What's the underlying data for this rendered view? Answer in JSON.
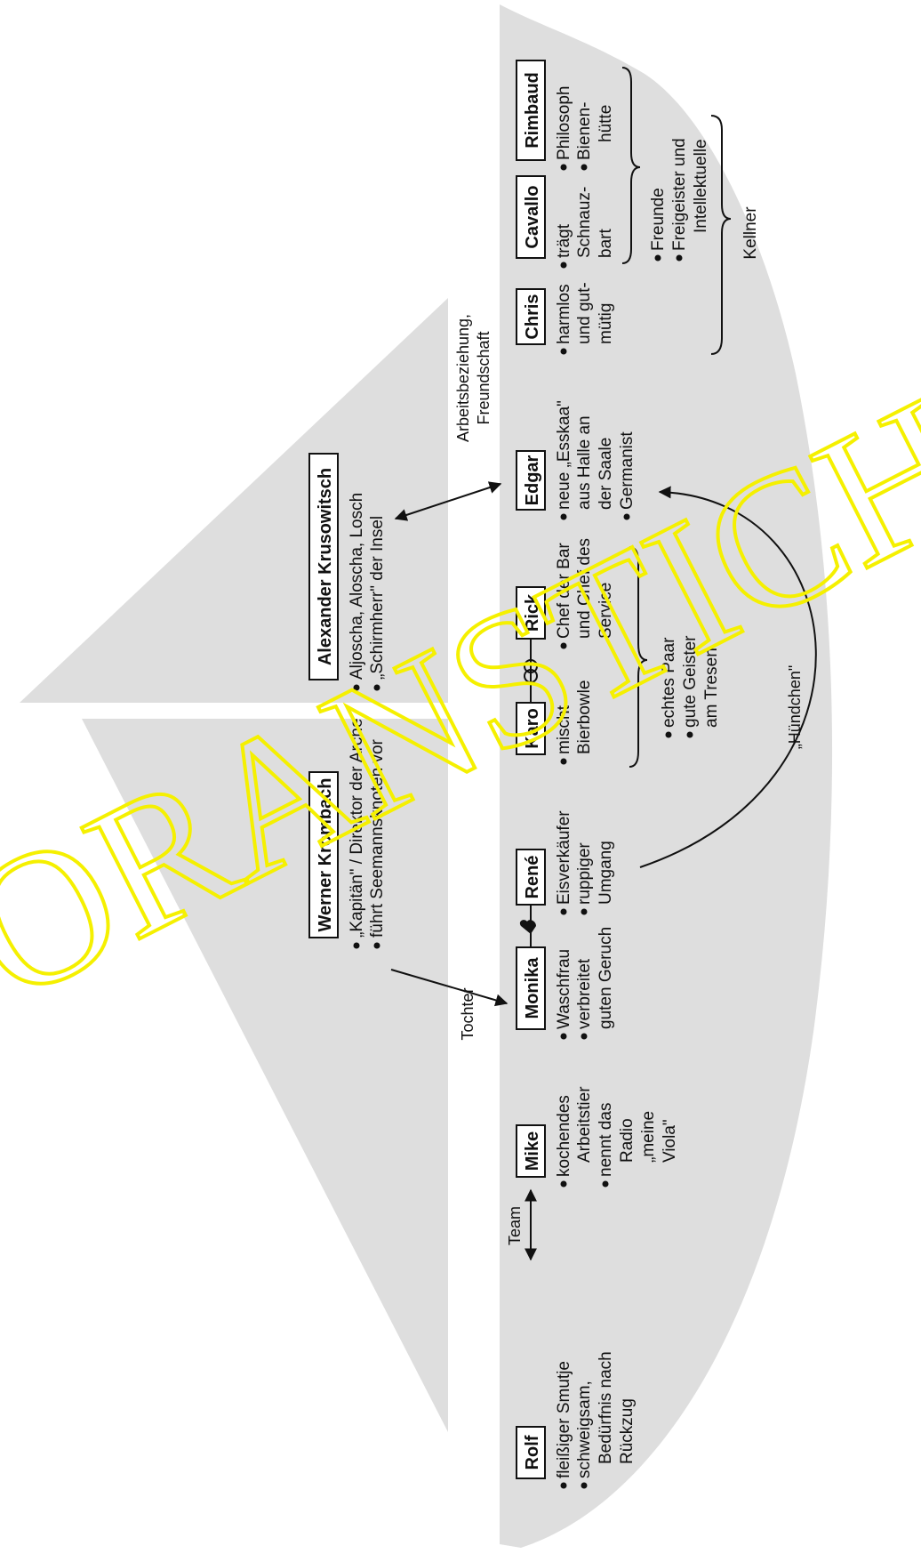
{
  "colors": {
    "background": "#ffffff",
    "boat_gray": "#dedede",
    "ink": "#111111",
    "box_fill": "#ffffff",
    "watermark": "#f5f000"
  },
  "characters": [
    {
      "name": "Rolf",
      "notes": [
        "fleißiger Smutje",
        "schweigsam,",
        "Bedürfnis nach",
        "Rückzug"
      ]
    },
    {
      "name": "Mike",
      "notes": [
        "kochendes",
        "Arbeitstier",
        "nennt das",
        "Radio",
        "„meine",
        "Viola\""
      ]
    },
    {
      "name": "Monika",
      "notes": [
        "Waschfrau",
        "verbreitet",
        "guten Geruch"
      ]
    },
    {
      "name": "René",
      "notes": [
        "Eisverkäufer",
        "ruppiger",
        "Umgang"
      ]
    },
    {
      "name": "Karo",
      "notes": [
        "mischt",
        "Bierbowle"
      ]
    },
    {
      "name": "Rick",
      "notes": [
        "Chef der Bar",
        "und Chef des",
        "Service"
      ]
    },
    {
      "name": "Edgar",
      "notes": [
        "neue „Esskaa\"",
        "aus Halle an",
        "der Saale",
        "Germanist"
      ]
    },
    {
      "name": "Chris",
      "notes": [
        "harmlos",
        "und gut-",
        "mütig"
      ]
    },
    {
      "name": "Cavallo",
      "notes": [
        "trägt",
        "Schnauz-",
        "bart"
      ]
    },
    {
      "name": "Rimbaud",
      "notes": [
        "Philosoph",
        "Bienen-",
        "hütte"
      ]
    },
    {
      "name": "Werner Krombach",
      "notes": [
        "„Kapitän\" / Direktor der Arche",
        "führt Seemannsknoten vor"
      ]
    },
    {
      "name": "Alexander Krusowitsch",
      "notes": [
        "Aljoscha, Aloscha, Losch",
        "„Schirmherr\" der Insel"
      ]
    }
  ],
  "relations": {
    "team": "Team",
    "tochter": "Tochter",
    "arbeit": [
      "Arbeitsbeziehung,",
      "Freundschaft"
    ],
    "huendchen": "„Hündchen\""
  },
  "groups": {
    "paar": [
      "echtes Paar",
      "gute Geister",
      "am Tresen"
    ],
    "freunde": [
      "Freunde",
      "Freigeister und",
      "Intellektuelle"
    ],
    "kellner": "Kellner"
  },
  "watermark": "ORANSTICH"
}
